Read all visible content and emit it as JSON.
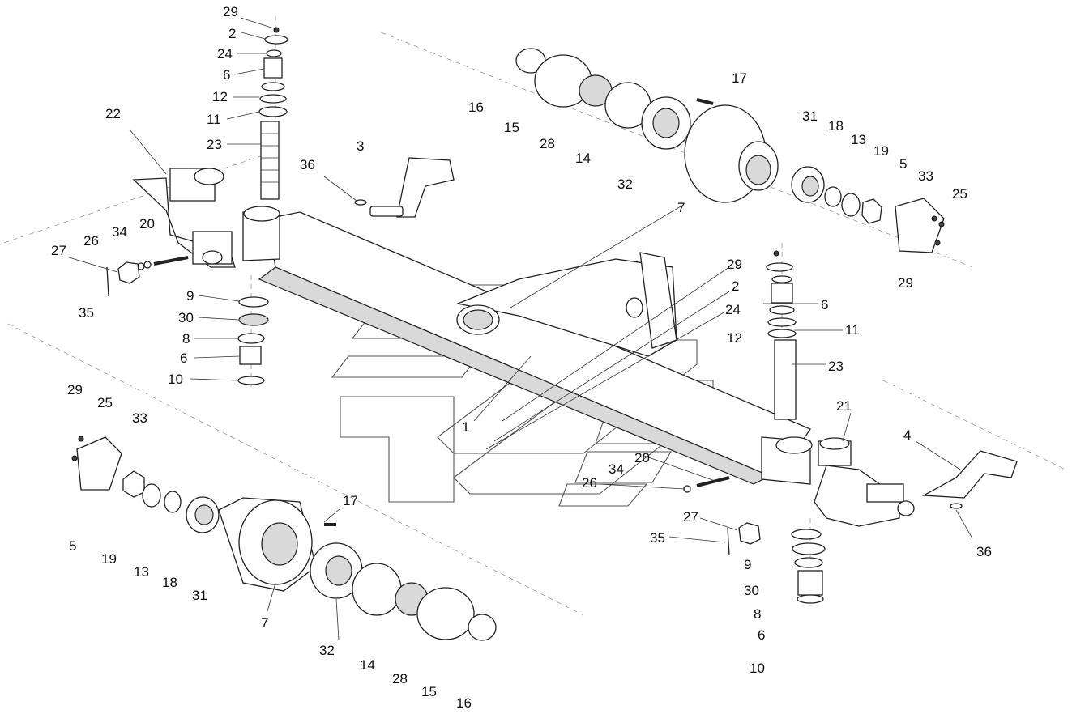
{
  "diagram": {
    "callouts": [
      "29",
      "2",
      "24",
      "6",
      "12",
      "11",
      "23",
      "22",
      "20",
      "34",
      "26",
      "27",
      "35",
      "9",
      "30",
      "8",
      "6",
      "10",
      "3",
      "36",
      "16",
      "15",
      "28",
      "14",
      "17",
      "32",
      "7",
      "31",
      "18",
      "13",
      "19",
      "5",
      "33",
      "25",
      "29",
      "29",
      "2",
      "24",
      "6",
      "12",
      "11",
      "23",
      "1",
      "21",
      "4",
      "20",
      "34",
      "26",
      "27",
      "35",
      "9",
      "30",
      "8",
      "6",
      "10",
      "36",
      "29",
      "25",
      "33",
      "5",
      "19",
      "13",
      "18",
      "31",
      "7",
      "17",
      "32",
      "14",
      "28",
      "15",
      "16"
    ]
  }
}
